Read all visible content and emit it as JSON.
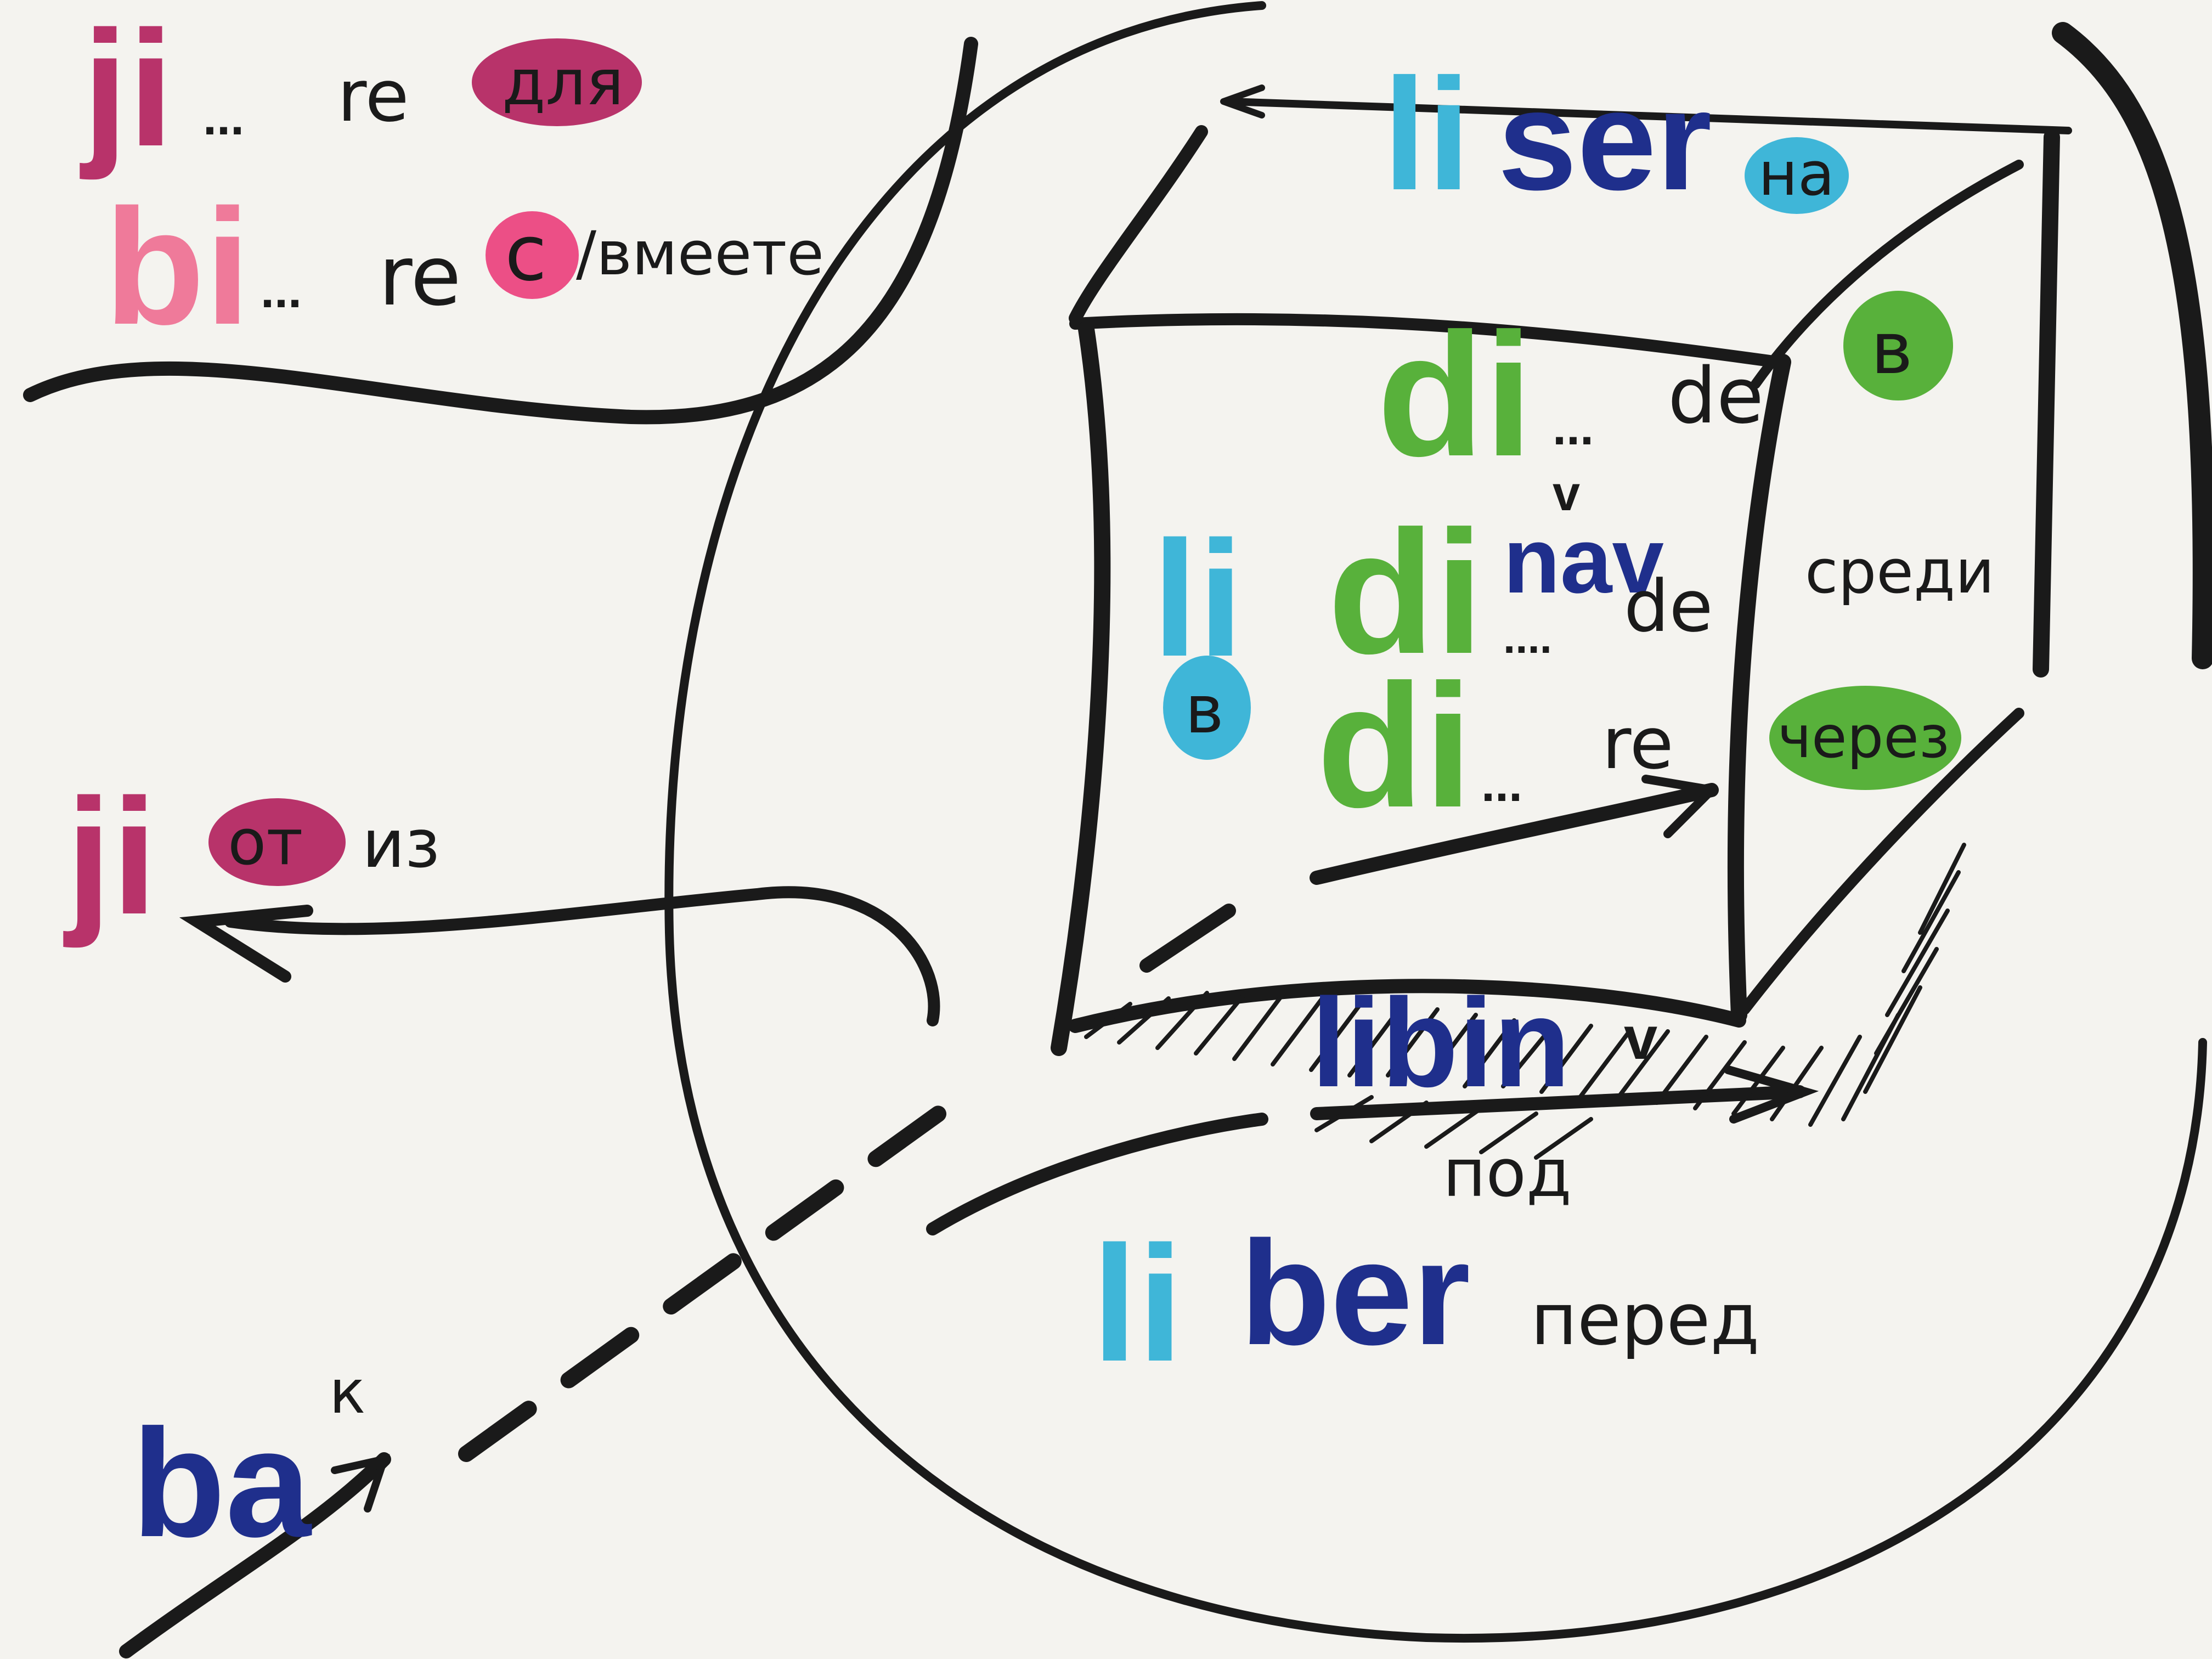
{
  "colors": {
    "paper": "#f4f3ef",
    "ink": "#1a1a1a",
    "pink": "#b8336a",
    "light_pink": "#ef7a9a",
    "hot_pink": "#ec4f86",
    "cyan": "#3fb6d8",
    "navy": "#1f2f8c",
    "green": "#58b13b"
  },
  "top_left": {
    "line1": {
      "main": "ji",
      "dots": "...",
      "re": "re",
      "highlight": "для"
    },
    "line2": {
      "main": "bi",
      "dots": "...",
      "re": "re",
      "highlight": "c",
      "rest": "/вмеете"
    }
  },
  "middle_left": {
    "main": "ji",
    "highlight": "от",
    "rest": "из"
  },
  "bottom_left": {
    "main": "ba",
    "superscript": "к"
  },
  "box": {
    "top": {
      "li": "li",
      "ser": "ser",
      "badge": "на"
    },
    "left": {
      "li": "li",
      "badge": "в"
    },
    "row1": {
      "di": "di",
      "dots": "...",
      "de": "de",
      "badge": "в"
    },
    "row2": {
      "di": "di",
      "nav": "nav",
      "de": "de",
      "dots": "....",
      "mark": "v",
      "right": "среди"
    },
    "row3": {
      "di": "di",
      "dots": "...",
      "re": "re",
      "badge": "через"
    },
    "bottom": {
      "libin": "libin",
      "mark": "v",
      "pod": "под"
    }
  },
  "outside": {
    "li": "li",
    "ber": "ber",
    "pered": "перед"
  }
}
